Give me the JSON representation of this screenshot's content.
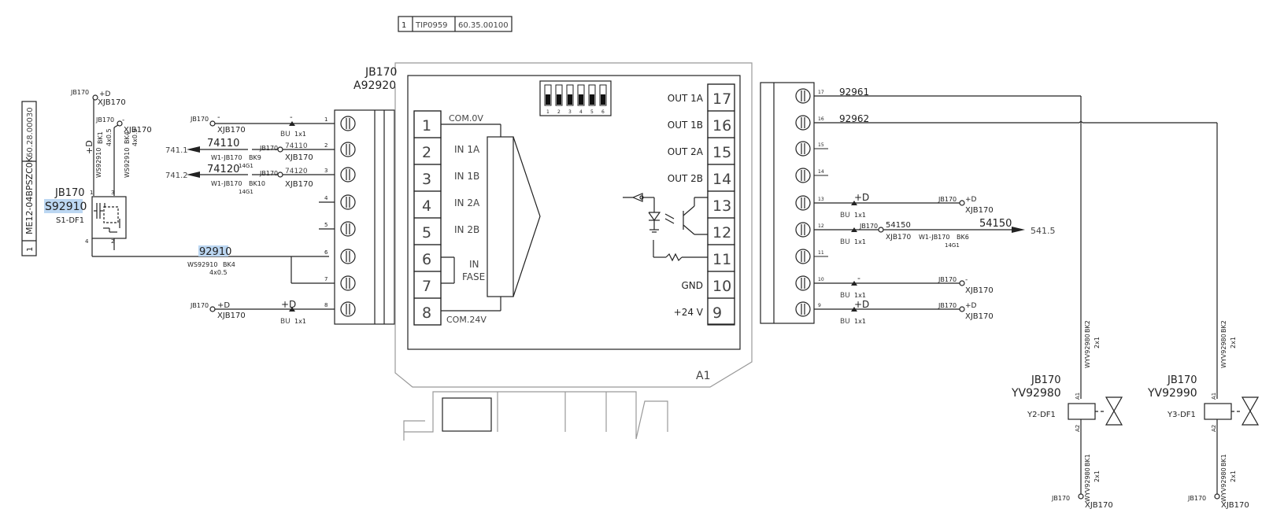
{
  "ref_box": {
    "idx": "1",
    "page": "TIP0959",
    "code": "60.35.00100"
  },
  "side_tag": {
    "idx": "1",
    "ref": "ME12-04BPSZC0K",
    "code": "60.28.00030"
  },
  "sensor": {
    "jb": "JB170",
    "tag": "S92910",
    "df": "S1-DF1",
    "cable1": "WS92910",
    "core1": "BK1",
    "size1": "4x0.5",
    "cable2": "WS92910",
    "core2": "BK4",
    "size2": "4x0.5",
    "plus": "+D",
    "minus": "-",
    "jb_small": "JB170",
    "xjb": "XJB170",
    "pin1": "1",
    "pin2": "2",
    "pin3": "3",
    "pin4": "4",
    "wire": "92910"
  },
  "module": {
    "jb": "JB170",
    "tag": "A92920",
    "label": "A1",
    "left_pins": [
      "1",
      "2",
      "3",
      "4",
      "5",
      "6",
      "7",
      "8"
    ],
    "left_labels": [
      "COM.0V",
      "IN 1A",
      "IN 1B",
      "IN 2A",
      "IN 2B",
      "IN",
      "FASE",
      "COM.24V"
    ],
    "right_pins": [
      "17",
      "16",
      "15",
      "14",
      "13",
      "12",
      "11",
      "10",
      "9"
    ],
    "right_labels": [
      "OUT 1A",
      "OUT 1B",
      "OUT 2A",
      "OUT 2B",
      "",
      "",
      "",
      "GND",
      "+24 V"
    ],
    "dip": [
      "1",
      "2",
      "3",
      "4",
      "5",
      "6"
    ]
  },
  "left_inputs": [
    {
      "ref": "741.1",
      "wire": "74110",
      "cable": "W1-JB170",
      "core": "BK9",
      "size": "14G1",
      "jb": "JB170",
      "xjb": "XJB170",
      "term": "2"
    },
    {
      "ref": "741.2",
      "wire": "74120",
      "cable": "W1-JB170",
      "core": "BK10",
      "size": "14G1",
      "jb": "JB170",
      "xjb": "XJB170",
      "term": "3"
    }
  ],
  "left_terms": [
    "1",
    "2",
    "3",
    "4",
    "5",
    "6",
    "7",
    "8"
  ],
  "bus": {
    "name": "BU",
    "size": "1x1"
  },
  "right_terms": [
    "17",
    "16",
    "15",
    "14",
    "13",
    "12",
    "11",
    "10",
    "9"
  ],
  "right_wires": {
    "w17": "92961",
    "w16": "92962",
    "out_wire": "54150",
    "out_ref": "541.5",
    "cable": "W1-JB170",
    "core": "BK6",
    "size": "14G1"
  },
  "valves": [
    {
      "jb": "JB170",
      "tag": "YV92980",
      "df": "Y2-DF1",
      "cable": "WYV92980",
      "core_top": "BK2",
      "core_bot": "BK1",
      "size": "2x1",
      "a1": "A1",
      "a2": "A2",
      "xjb": "XJB170"
    },
    {
      "jb": "JB170",
      "tag": "YV92990",
      "df": "Y3-DF1",
      "cable": "WYV92980",
      "core_top": "BK2",
      "core_bot": "BK1",
      "size": "2x1",
      "a1": "A1",
      "a2": "A2",
      "xjb": "XJB170"
    }
  ]
}
